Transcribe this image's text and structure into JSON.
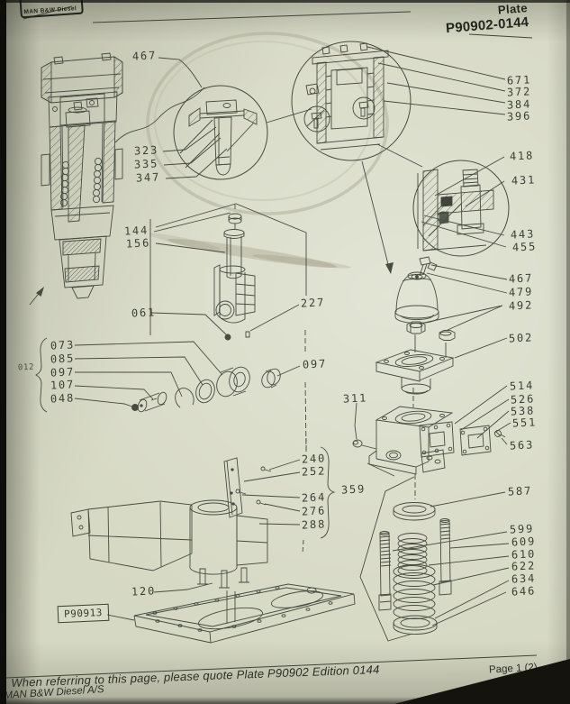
{
  "header": {
    "plate_word": "Plate",
    "plate_number": "P90902-0144"
  },
  "logo_fragment": "MAN B&W Diesel",
  "parts": {
    "detail_a": [
      "467",
      "323",
      "335",
      "347"
    ],
    "detail_b": [
      "671",
      "372",
      "384",
      "396"
    ],
    "detail_c": [
      "418",
      "431",
      "443",
      "455"
    ],
    "spindle": [
      "144",
      "156",
      "061",
      "227"
    ],
    "seals_brace": "012",
    "seals": [
      "073",
      "085",
      "097",
      "107",
      "048"
    ],
    "seals_right": "097",
    "dome": [
      "467",
      "479",
      "492",
      "502"
    ],
    "body_left": "311",
    "body_right": [
      "514",
      "526",
      "538",
      "551",
      "563"
    ],
    "bracket_items": [
      "240",
      "252",
      "264",
      "276",
      "288"
    ],
    "bracket_brace": "359",
    "springs": [
      "587",
      "599",
      "609",
      "610",
      "622",
      "634",
      "646"
    ],
    "base_bolt": "120",
    "ref_box": "P90913"
  },
  "footer": {
    "quote": "When referring to this page, please quote Plate P90902 Edition 0144",
    "company": "MAN B&W Diesel A/S",
    "page": "Page 1 (2)"
  },
  "colors": {
    "paper": "#d5d8c2",
    "ink": "#474c41",
    "scan_edge": "#0d0d09"
  }
}
